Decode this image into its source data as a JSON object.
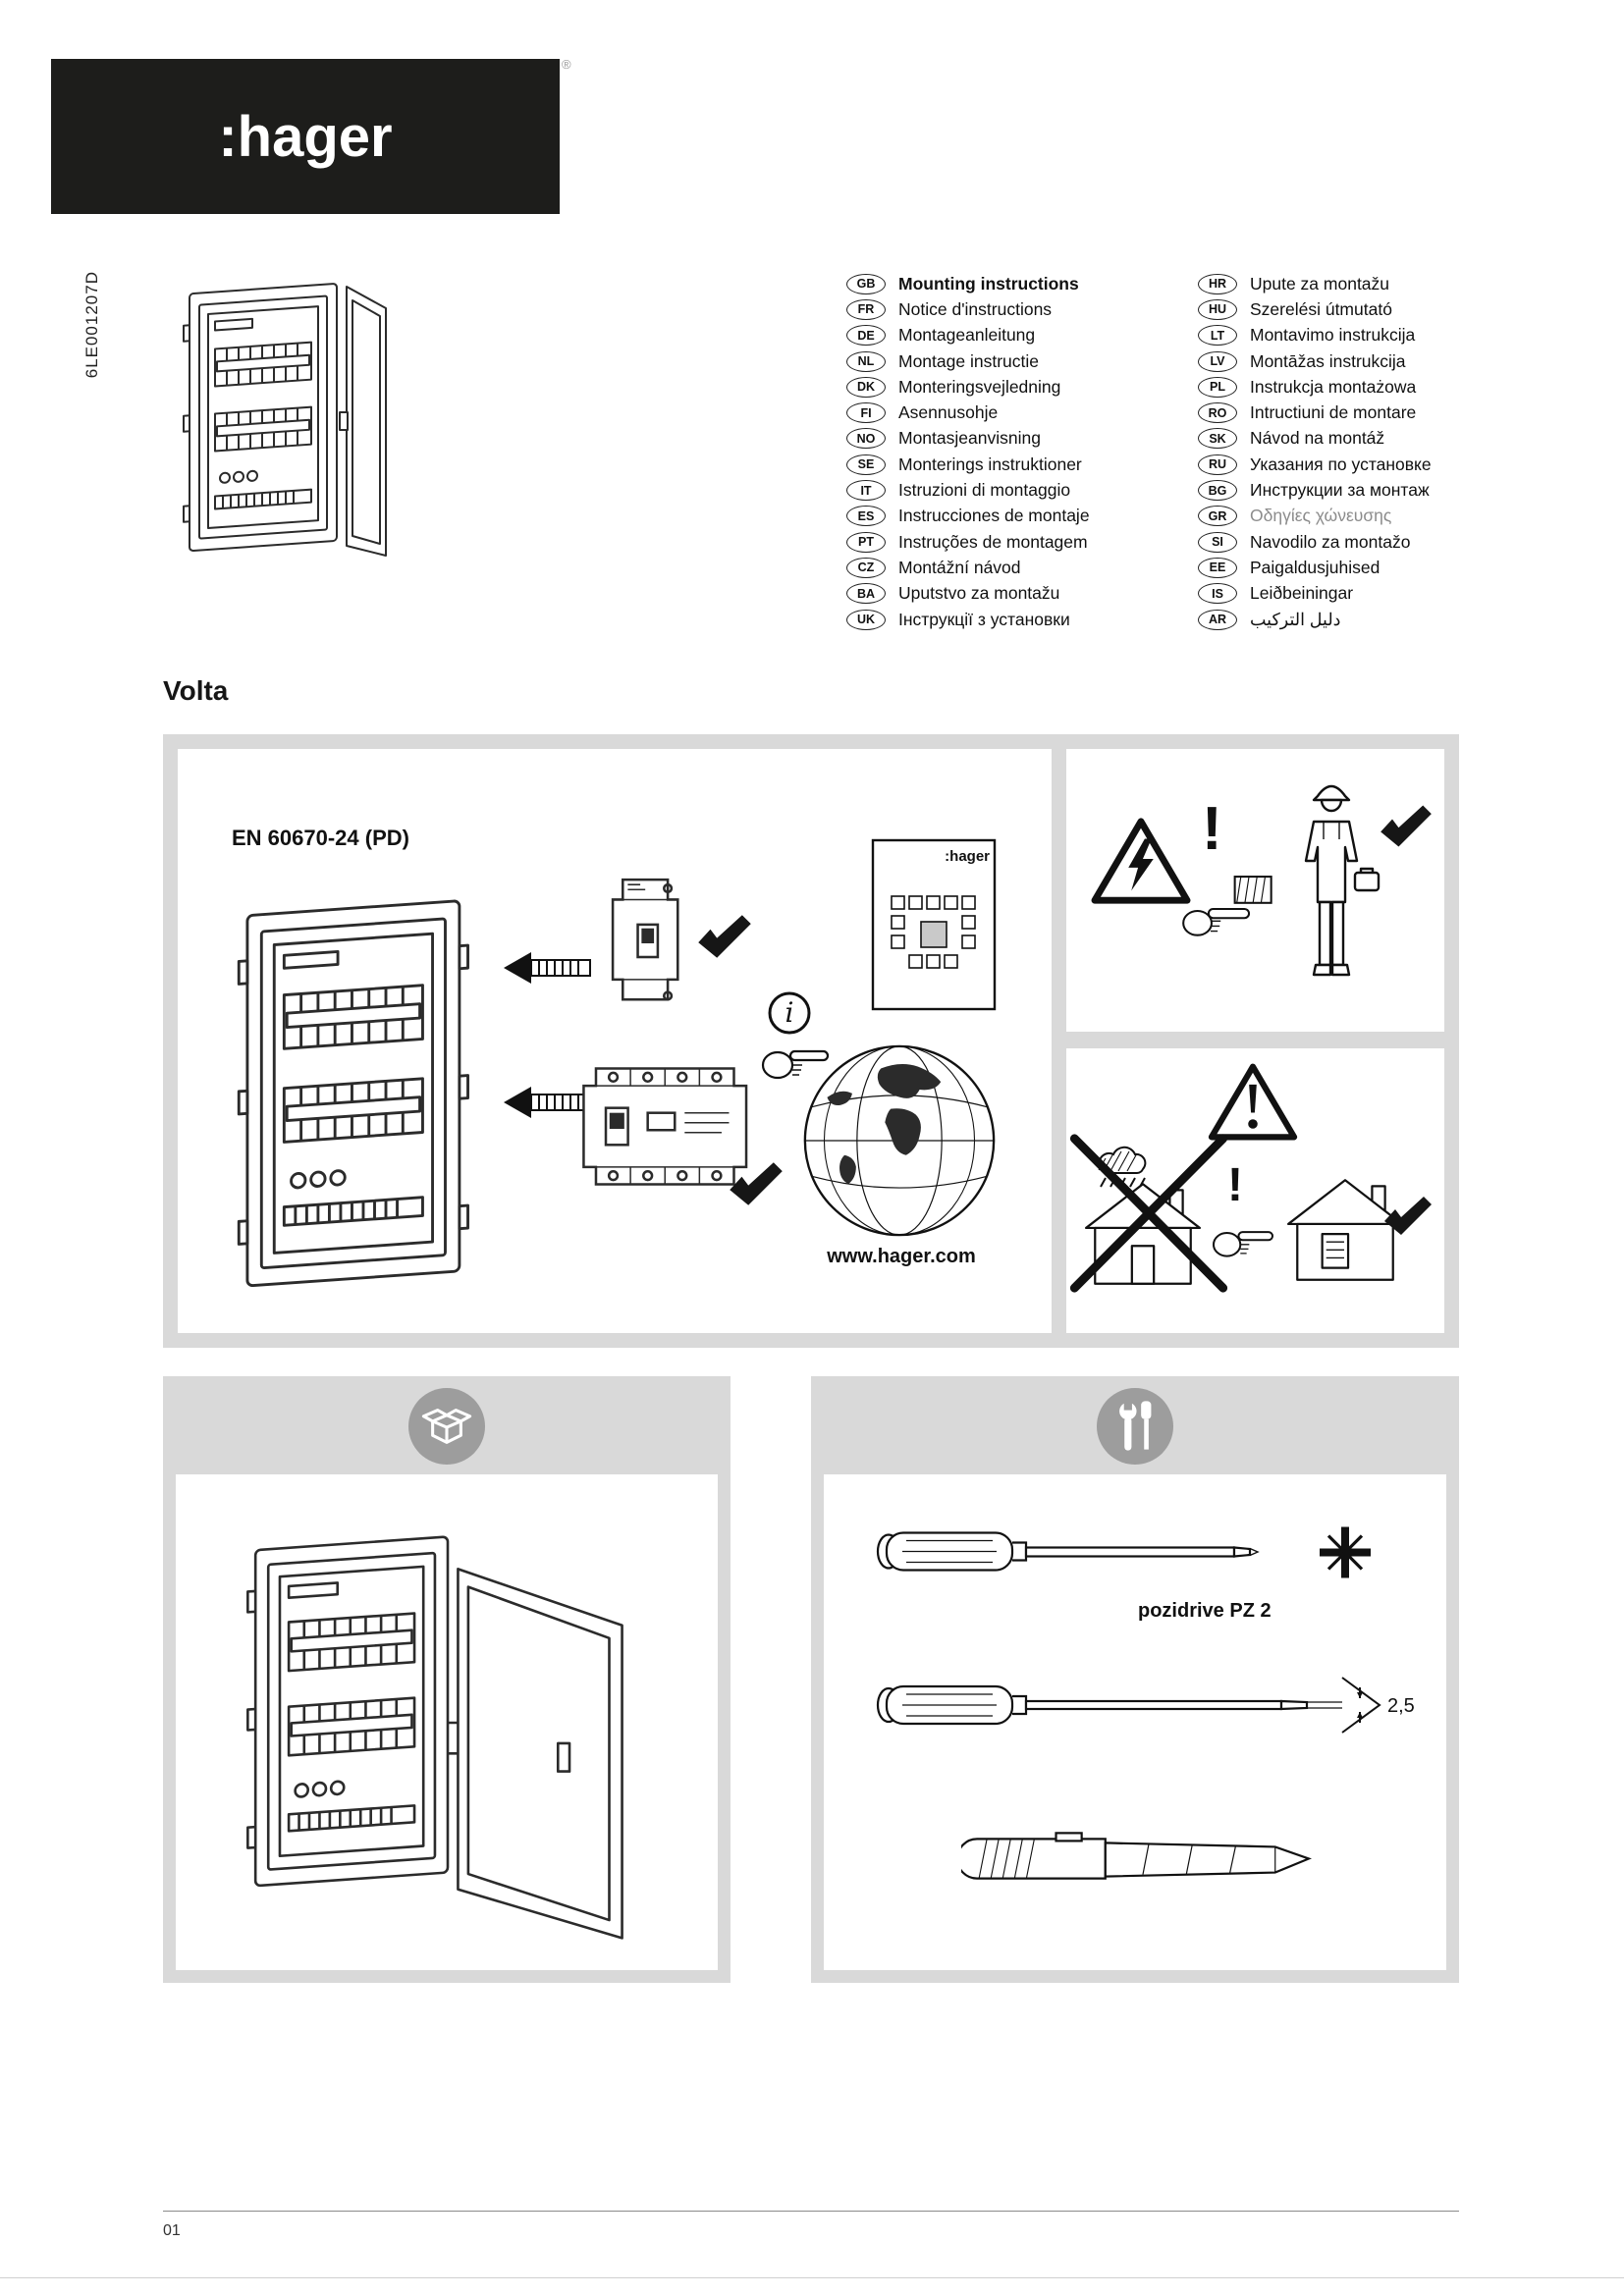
{
  "colors": {
    "logo_bg": "#1d1d1b",
    "panel_gray": "#d9d9d9",
    "icon_circle_gray": "#9d9d9d",
    "line_color": "#2b2b2b"
  },
  "brand": {
    "logo_text": ":hager",
    "registered_mark": "®"
  },
  "document": {
    "order_code": "6LE001207D",
    "product_name": "Volta",
    "page_number": "01"
  },
  "languages": {
    "col1": [
      {
        "code": "GB",
        "label": "Mounting instructions"
      },
      {
        "code": "FR",
        "label": "Notice d'instructions"
      },
      {
        "code": "DE",
        "label": "Montageanleitung"
      },
      {
        "code": "NL",
        "label": "Montage instructie"
      },
      {
        "code": "DK",
        "label": "Monteringsvejledning"
      },
      {
        "code": "FI",
        "label": "Asennusohje"
      },
      {
        "code": "NO",
        "label": "Montasjeanvisning"
      },
      {
        "code": "SE",
        "label": "Monterings instruktioner"
      },
      {
        "code": "IT",
        "label": "Istruzioni di montaggio"
      },
      {
        "code": "ES",
        "label": "Instrucciones de montaje"
      },
      {
        "code": "PT",
        "label": "Instruções de montagem"
      },
      {
        "code": "CZ",
        "label": "Montážní návod"
      },
      {
        "code": "BA",
        "label": "Uputstvo za montažu"
      },
      {
        "code": "UK",
        "label": "Інструкції з установки"
      }
    ],
    "col2": [
      {
        "code": "HR",
        "label": "Upute za montažu"
      },
      {
        "code": "HU",
        "label": "Szerelési útmutató"
      },
      {
        "code": "LT",
        "label": "Montavimo instrukcija"
      },
      {
        "code": "LV",
        "label": "Montāžas instrukcija"
      },
      {
        "code": "PL",
        "label": "Instrukcja montażowa"
      },
      {
        "code": "RO",
        "label": "Intructiuni de montare"
      },
      {
        "code": "SK",
        "label": "Návod na montáž"
      },
      {
        "code": "RU",
        "label": "Указания по установке"
      },
      {
        "code": "BG",
        "label": "Инструкции за монтаж"
      },
      {
        "code": "GR",
        "label": "Οδηγίες χώνευσης"
      },
      {
        "code": "SI",
        "label": "Navodilo za montažo"
      },
      {
        "code": "EE",
        "label": "Paigaldusjuhised"
      },
      {
        "code": "IS",
        "label": "Leiðbeiningar"
      },
      {
        "code": "AR",
        "label": "دليل التركيب"
      }
    ]
  },
  "main_panel": {
    "standard_label": "EN 60670-24 (PD)",
    "website": "www.hager.com",
    "leaflet_brand": ":hager",
    "exclamation": "!",
    "info_glyph": "i"
  },
  "tools_panel": {
    "pozidrive_label": "pozidrive PZ 2",
    "blade_width_label": "2,5"
  }
}
